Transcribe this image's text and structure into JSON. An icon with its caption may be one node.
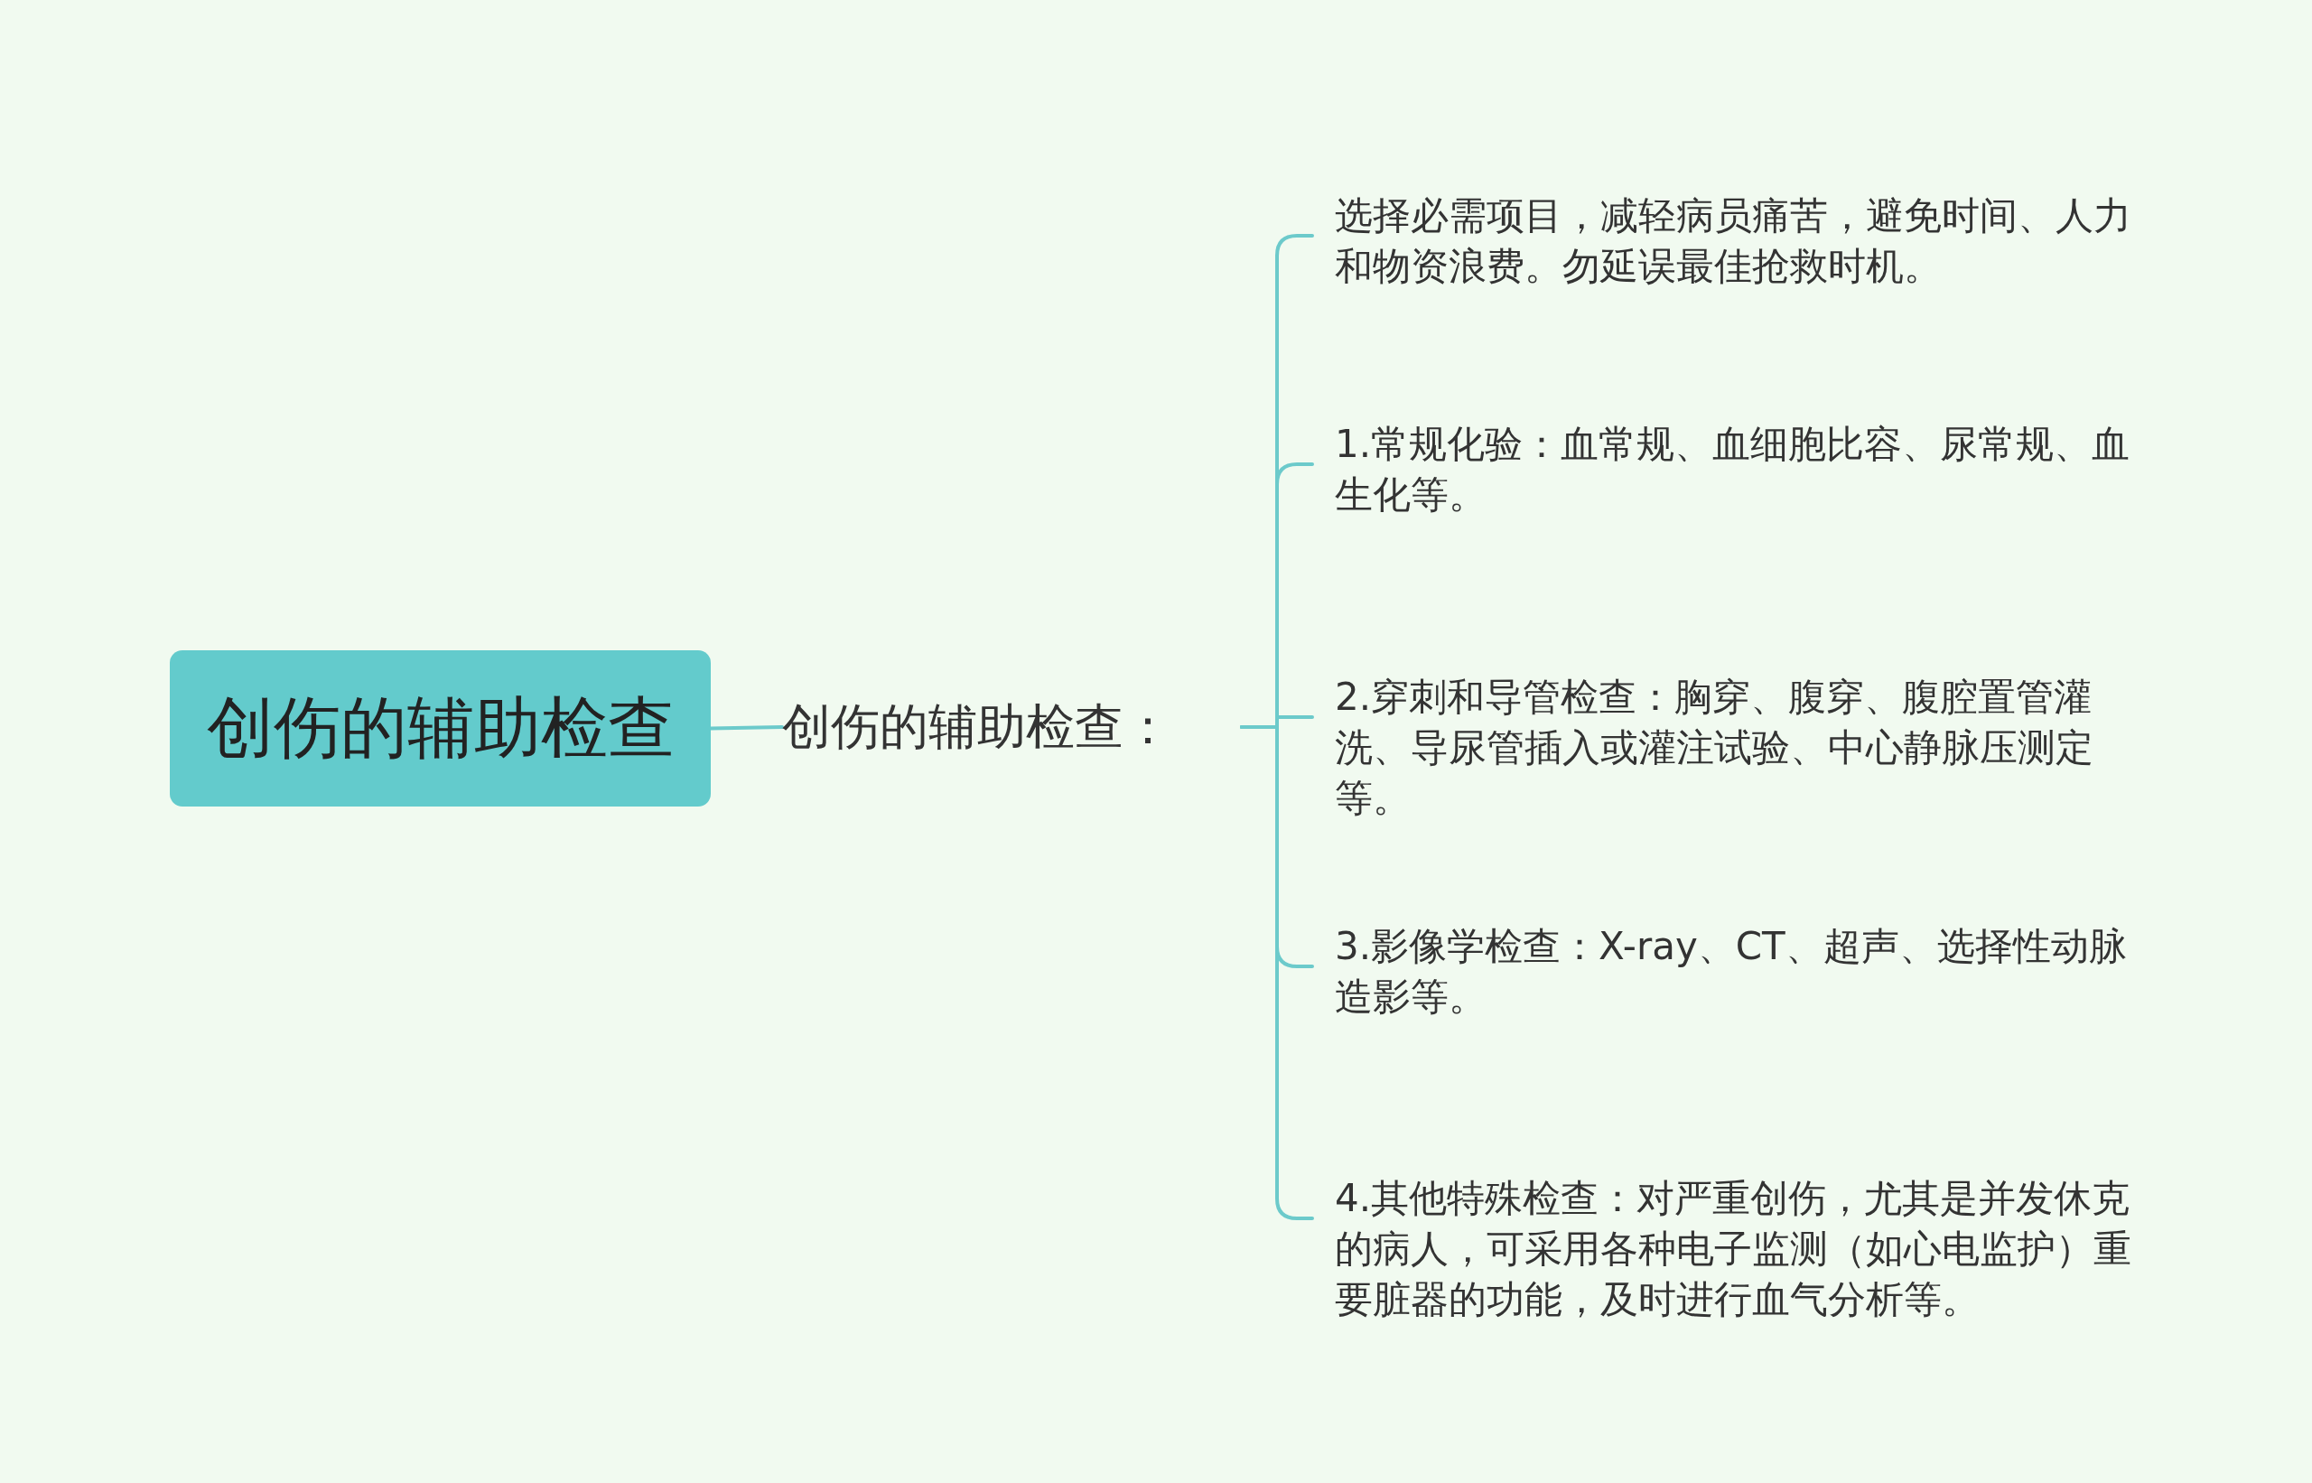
{
  "diagram": {
    "nodes": [
      {
        "text": [
          "创伤的辅助检查"
        ]
      },
      {
        "text": [
          "创伤的辅助检查："
        ]
      },
      {
        "text": [
          "选择必需项目，减轻病员痛苦，避免时间、人力和物资浪费。勿延误最佳抢救时机。"
        ]
      },
      {
        "text": [
          "1.常规化验：血常规、血细胞比容、尿常规、血生化等。"
        ]
      },
      {
        "text": [
          "2.穿刺和导管检查：胸穿、腹穿、腹腔置管灌洗、导尿管插入或灌注试验、中心静脉压测定等。"
        ]
      },
      {
        "text": [
          "3.影像学检查：X-ray、CT、超声、选择性动脉造影等。"
        ]
      },
      {
        "text": [
          "4.其他特殊检查：对严重创伤，尤其是并发休克的病人，可采用各种电子监测（如心电监护）重要脏器的功能，及时进行血气分析等。"
        ]
      }
    ],
    "edges": [
      {
        "from": 0,
        "to": 1,
        "arrow": "none"
      },
      {
        "from": 1,
        "to": 2,
        "arrow": "none"
      },
      {
        "from": 1,
        "to": 3,
        "arrow": "none"
      },
      {
        "from": 1,
        "to": 4,
        "arrow": "none"
      },
      {
        "from": 1,
        "to": 5,
        "arrow": "none"
      },
      {
        "from": 1,
        "to": 6,
        "arrow": "none"
      }
    ]
  }
}
